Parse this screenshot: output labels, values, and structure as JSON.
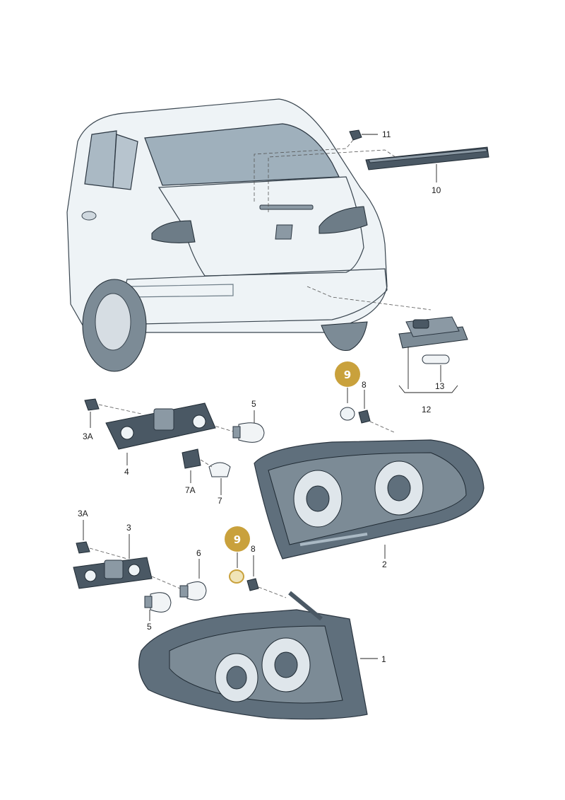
{
  "labels": {
    "l1": "1",
    "l2": "2",
    "l3a_top": "3A",
    "l3a_bottom": "3A",
    "l3": "3",
    "l4": "4",
    "l5_top": "5",
    "l5_bottom": "5",
    "l6": "6",
    "l7a": "7A",
    "l7": "7",
    "l8_top": "8",
    "l8_bottom": "8",
    "l10": "10",
    "l11": "11",
    "l12": "12",
    "l13": "13"
  },
  "highlight": {
    "badge_top": "9",
    "badge_bottom": "9",
    "color": "#c9a13c"
  }
}
